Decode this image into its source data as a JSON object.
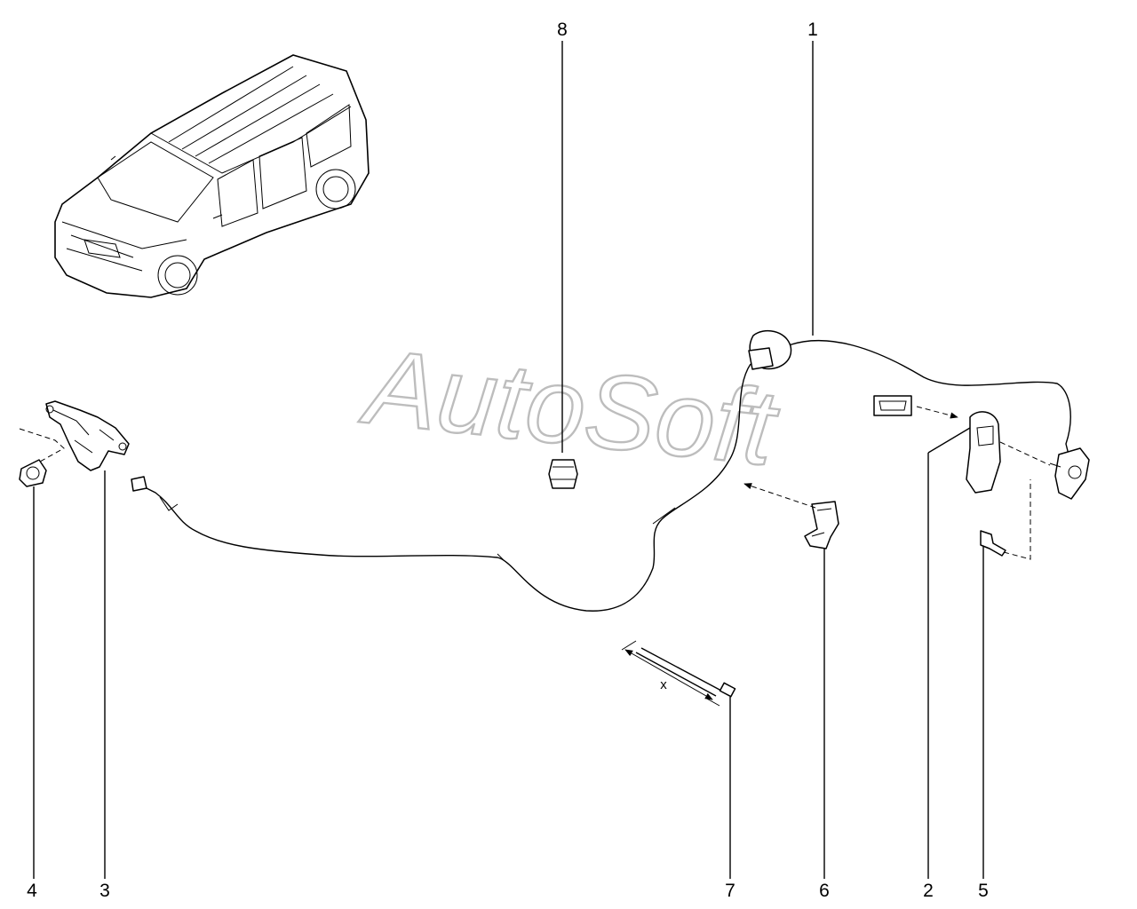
{
  "watermark": "AutoSoft",
  "dimension_label": "x",
  "callouts": [
    {
      "id": "8",
      "label": "8"
    },
    {
      "id": "1",
      "label": "1"
    },
    {
      "id": "4",
      "label": "4"
    },
    {
      "id": "3",
      "label": "3"
    },
    {
      "id": "7",
      "label": "7"
    },
    {
      "id": "6",
      "label": "6"
    },
    {
      "id": "2",
      "label": "2"
    },
    {
      "id": "5",
      "label": "5"
    }
  ]
}
